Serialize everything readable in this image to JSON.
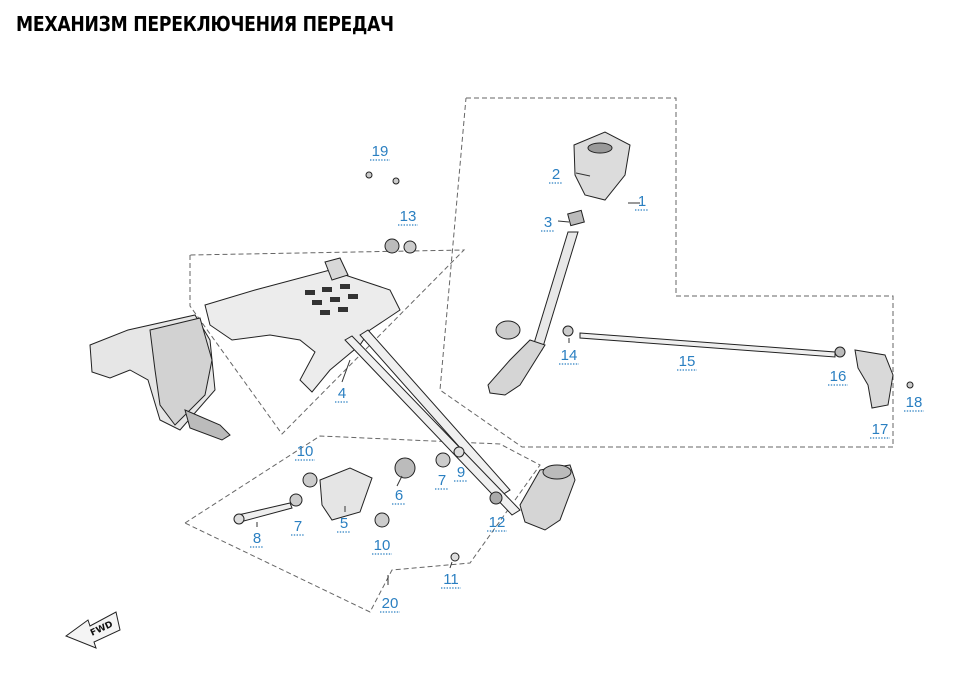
{
  "title": "МЕХАНИЗМ ПЕРЕКЛЮЧЕНИЯ ПЕРЕДАЧ",
  "direction_label": "FWD",
  "callout_color": "#2a7fc1",
  "callouts": [
    "19",
    "13",
    "2",
    "3",
    "1",
    "14",
    "15",
    "16",
    "18",
    "17",
    "4",
    "10",
    "6",
    "7",
    "9",
    "12",
    "5",
    "8",
    "7",
    "10",
    "11",
    "20"
  ]
}
